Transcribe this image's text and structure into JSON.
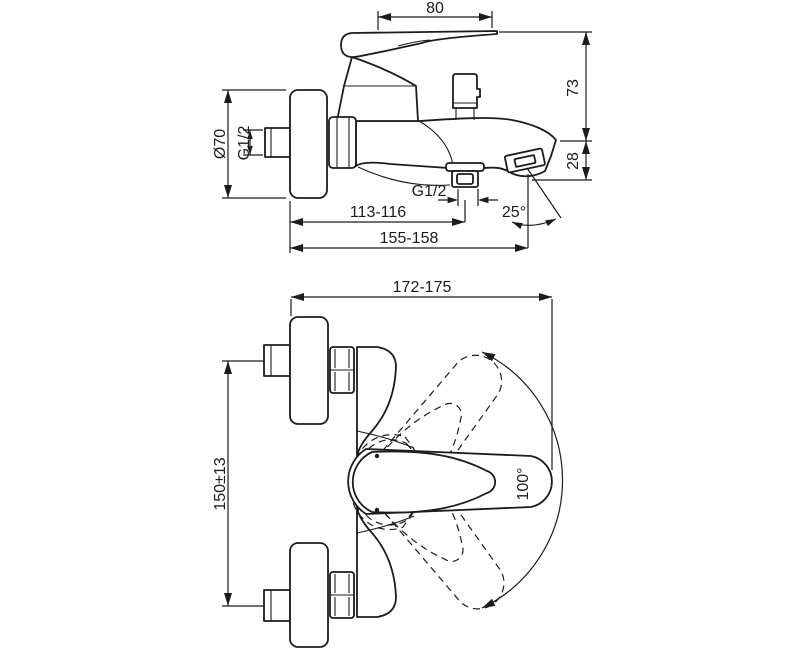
{
  "drawing": {
    "colors": {
      "line": "#1c1c1c",
      "background": "#ffffff"
    },
    "side_view": {
      "dim_lever_length": "80",
      "dim_height_upper": "73",
      "dim_height_spout": "28",
      "dim_flange_diameter": "Ø70",
      "dim_inlet_thread": "G1/2",
      "dim_outlet_thread": "G1/2",
      "dim_projection_outlet": "113-116",
      "dim_projection_total": "155-158",
      "dim_spout_angle": "25°"
    },
    "plan_view": {
      "dim_total_depth": "172-175",
      "dim_inlet_spacing": "150±13",
      "dim_handle_swing": "100°"
    }
  }
}
